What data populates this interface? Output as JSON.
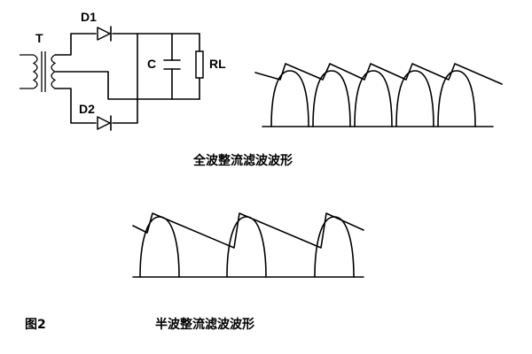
{
  "labels": {
    "transformer": "T",
    "diode1": "D1",
    "diode2": "D2",
    "capacitor": "C",
    "load": "RL"
  },
  "captions": {
    "full_wave": "全波整流滤波波形",
    "figure": "图2",
    "half_wave": "半波整流滤波波形"
  }
}
